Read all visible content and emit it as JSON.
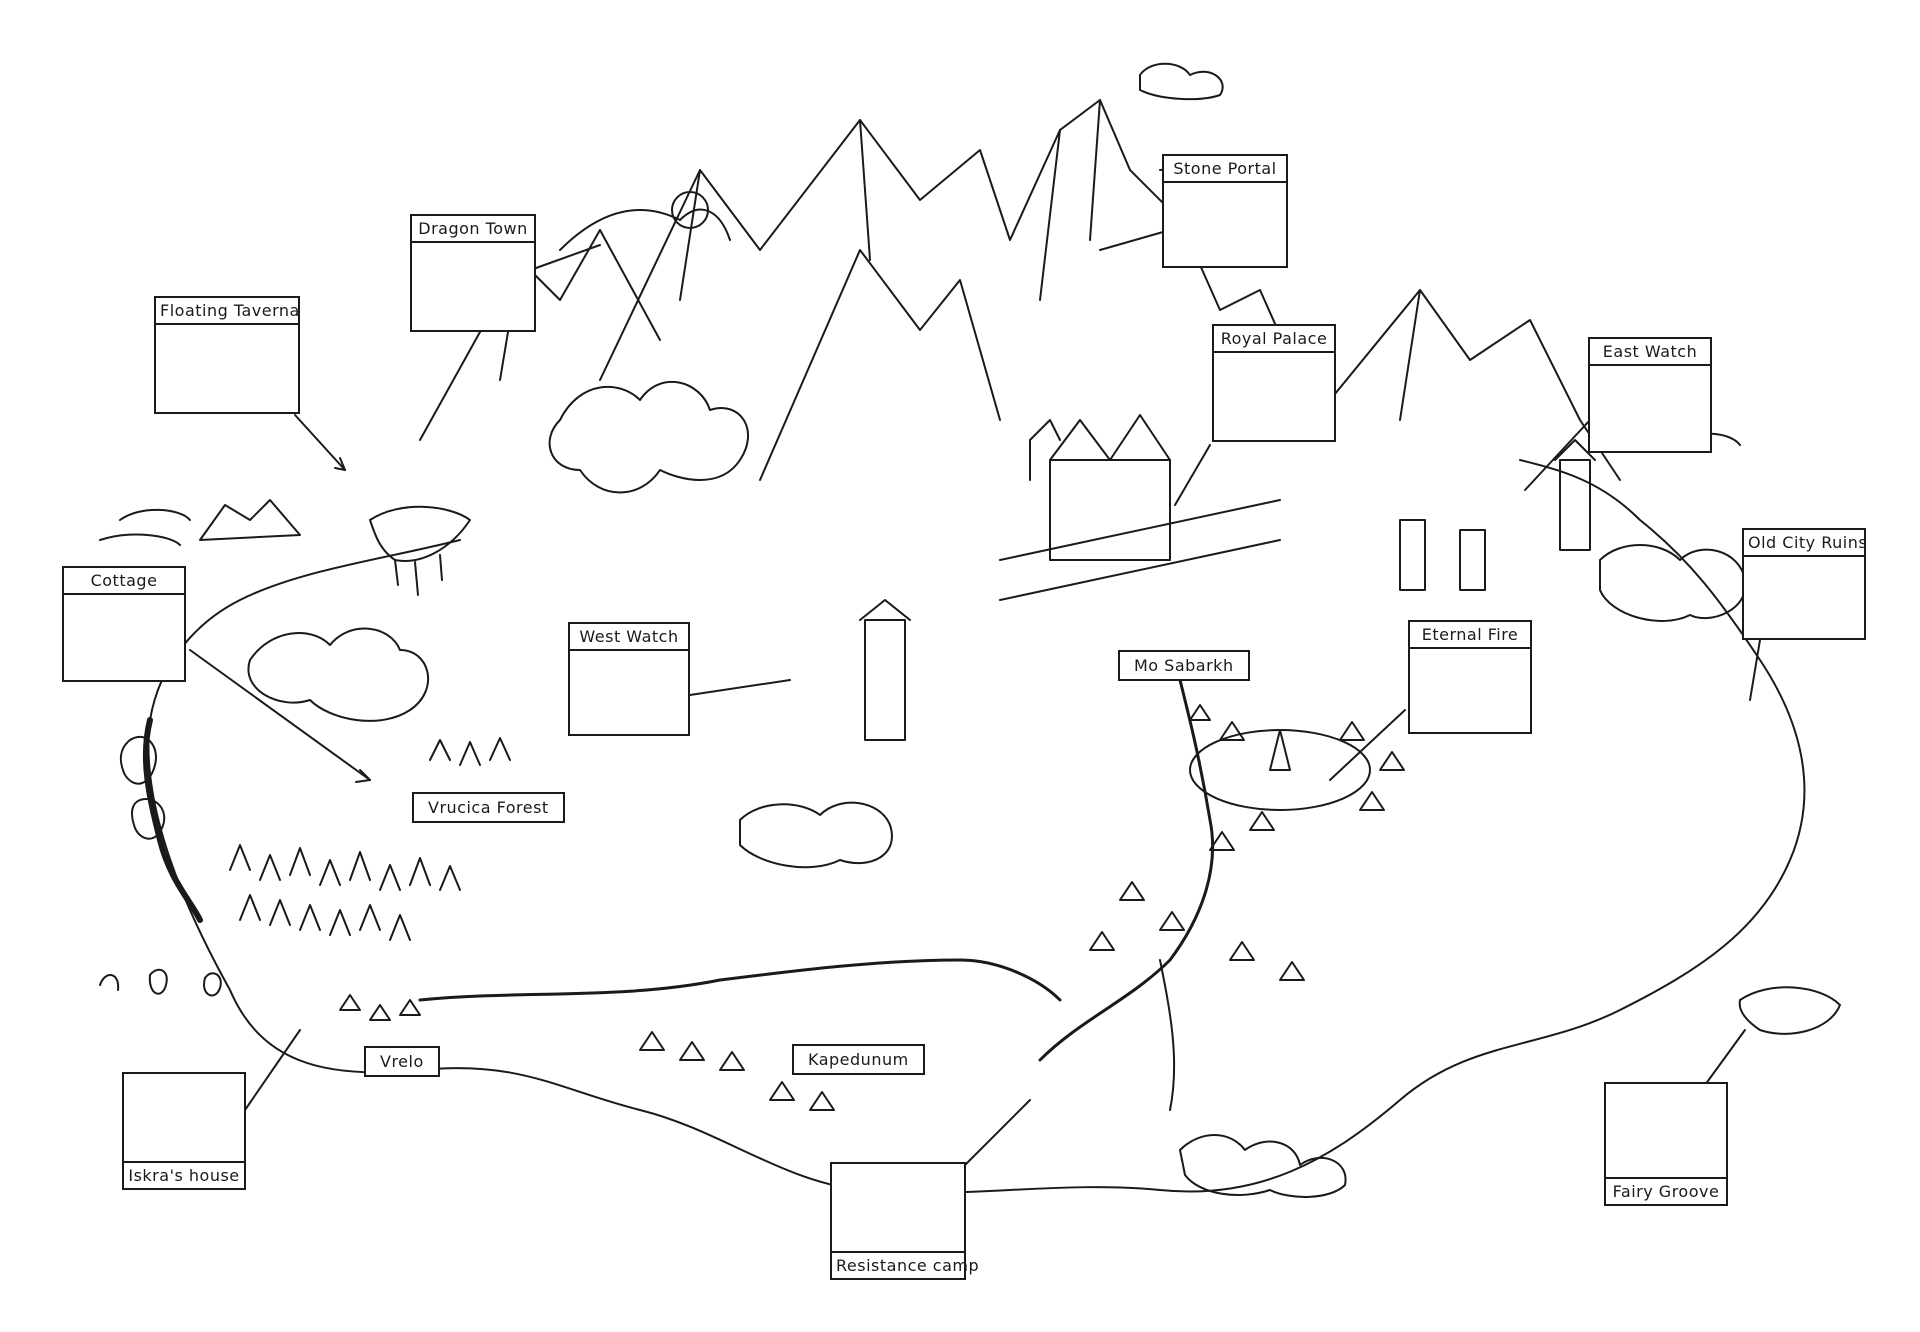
{
  "map": {
    "style": "hand-drawn pencil sketch",
    "ink_color": "#1a1a1a",
    "paper_color": "#ffffff",
    "boxed_labels": [
      {
        "id": "stone-portal",
        "label": "Stone Portal"
      },
      {
        "id": "dragon-town",
        "label": "Dragon Town"
      },
      {
        "id": "floating-taverna",
        "label": "Floating Taverna"
      },
      {
        "id": "royal-palace",
        "label": "Royal Palace"
      },
      {
        "id": "east-watch",
        "label": "East Watch"
      },
      {
        "id": "old-city-ruins",
        "label": "Old City Ruins"
      },
      {
        "id": "cottage",
        "label": "Cottage"
      },
      {
        "id": "west-watch",
        "label": "West Watch"
      },
      {
        "id": "eternal-fire",
        "label": "Eternal Fire"
      },
      {
        "id": "iskras-house",
        "label": "Iskra's house"
      },
      {
        "id": "resistance-camp",
        "label": "Resistance camp"
      },
      {
        "id": "fairy-groove",
        "label": "Fairy Groove"
      }
    ],
    "place_tags": [
      {
        "id": "mo-sabarkh",
        "label": "Mo Sabarkh"
      },
      {
        "id": "vrucica-forest",
        "label": "Vrucica Forest"
      },
      {
        "id": "vrelo",
        "label": "Vrelo"
      },
      {
        "id": "kapedunum",
        "label": "Kapedunum"
      }
    ]
  }
}
